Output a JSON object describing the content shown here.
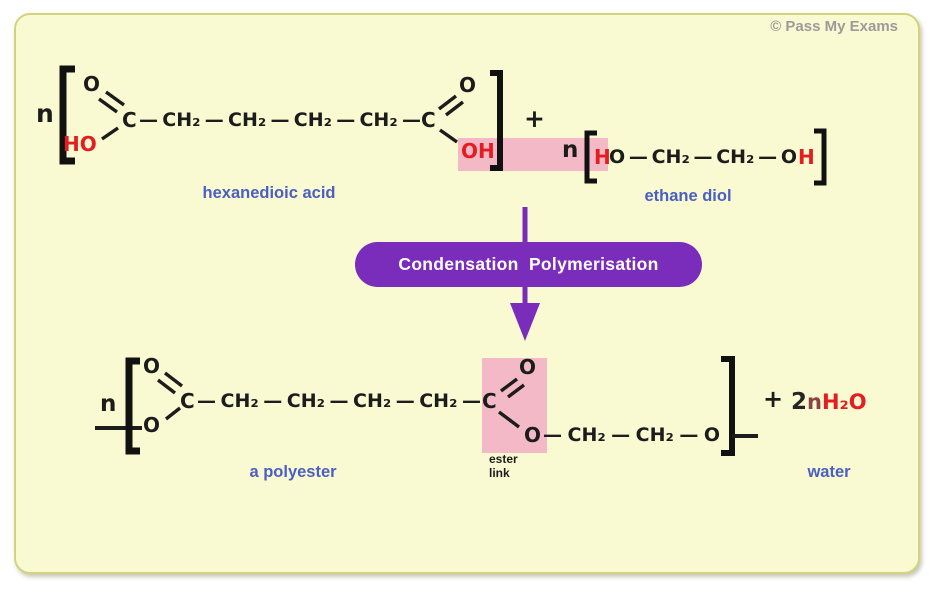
{
  "copyright": "© Pass My Exams",
  "colors": {
    "panel_background": "#fafad2",
    "panel_border": "#d3d37e",
    "structure_black": "#1c1c1c",
    "hydroxyl_red": "#e41e20",
    "label_blue": "#4a5fc1",
    "process_purple": "#7a2dbb",
    "highlight_pink": "#f3b9c6",
    "copyright_gray": "#9b9b9b"
  },
  "top": {
    "acid": {
      "n": "n",
      "o_carbonyl_left": "O",
      "c_left": "C",
      "hydroxyl_left": "HO",
      "chain": [
        "—",
        "CH₂",
        "—",
        "CH₂",
        "—",
        "CH₂",
        "—",
        "CH₂",
        "—"
      ],
      "c_right": "C",
      "o_carbonyl_right": "O",
      "hydroxyl_right": "OH",
      "label": "hexanedioic acid"
    },
    "plus": "+",
    "diol": {
      "n": "n",
      "h_left": "H",
      "mid": [
        "O",
        "—",
        "CH₂",
        "—",
        "CH₂",
        "—",
        "O"
      ],
      "h_right": "H",
      "label": "ethane diol"
    }
  },
  "process": {
    "label": "Condensation  Polymerisation"
  },
  "bottom": {
    "polyester": {
      "n": "n",
      "o_carbonyl_left": "O",
      "c_left": "C",
      "o_ring_left": "O",
      "chain": [
        "—",
        "CH₂",
        "—",
        "CH₂",
        "—",
        "CH₂",
        "—",
        "CH₂",
        "—"
      ],
      "c_right": "C",
      "o_ester_carbonyl": "O",
      "o_ester": "O",
      "glycol": [
        "—",
        "CH₂",
        "—",
        "CH₂",
        "—",
        "O"
      ],
      "ester_label": [
        "ester",
        "link"
      ],
      "label": "a polyester"
    },
    "plus": "+",
    "water": {
      "coeff": "2",
      "n": "n",
      "formula": "H₂O",
      "label": "water"
    }
  }
}
